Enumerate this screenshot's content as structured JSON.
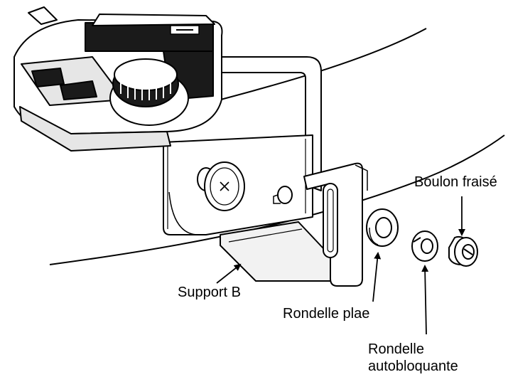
{
  "labels": {
    "support": "Support B",
    "flat_washer": "Rondelle plae",
    "countersunk_bolt": "Boulon fraisé",
    "lock_washer_line1": "Rondelle",
    "lock_washer_line2": "autobloquante"
  },
  "icons": [
    "wheel-knob-icon",
    "screw-cross-icon"
  ],
  "colors": {
    "ink": "#000000",
    "fill": "#ffffff",
    "shade": "#e6e6e6",
    "dark": "#1a1a1a"
  }
}
